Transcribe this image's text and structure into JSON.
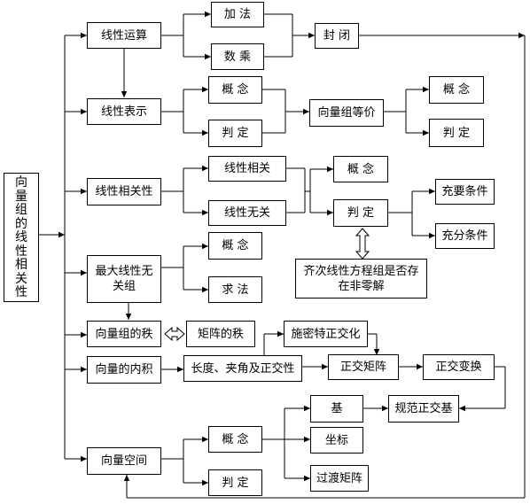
{
  "root": {
    "chars": [
      "向",
      "量",
      "组",
      "的",
      "线",
      "性",
      "相",
      "关",
      "性"
    ]
  },
  "nodes": {
    "linear_ops": "线性运算",
    "addition": "加 法",
    "scalar_mult": "数 乘",
    "closure": "封 闭",
    "linear_repr": "线性表示",
    "repr_concept": "概 念",
    "repr_judge": "判 定",
    "equiv": "向量组等价",
    "equiv_concept": "概 念",
    "equiv_judge": "判 定",
    "dependence": "线性相关性",
    "dependent": "线性相关",
    "independent": "线性无关",
    "dep_concept": "概 念",
    "dep_judge": "判 定",
    "nec_suff": "充要条件",
    "sufficient": "充分条件",
    "homog": "齐次线性方程组是否存在非零解",
    "max_indep": "最大线性无关组",
    "max_concept": "概 念",
    "max_find": "求 法",
    "rank": "向量组的秩",
    "matrix_rank": "矩阵的秩",
    "schmidt": "施密特正交化",
    "inner": "向量的内积",
    "length": "长度、夹角及正交性",
    "orth_matrix": "正交矩阵",
    "orth_transform": "正交变换",
    "basis": "基",
    "orthonormal_basis": "规范正交基",
    "coords": "坐标",
    "transition": "过渡矩阵",
    "space": "向量空间",
    "space_concept": "概 念",
    "space_judge": "判 定"
  },
  "colors": {
    "line": "#000000",
    "box_border": "#000000",
    "background": "#ffffff"
  }
}
